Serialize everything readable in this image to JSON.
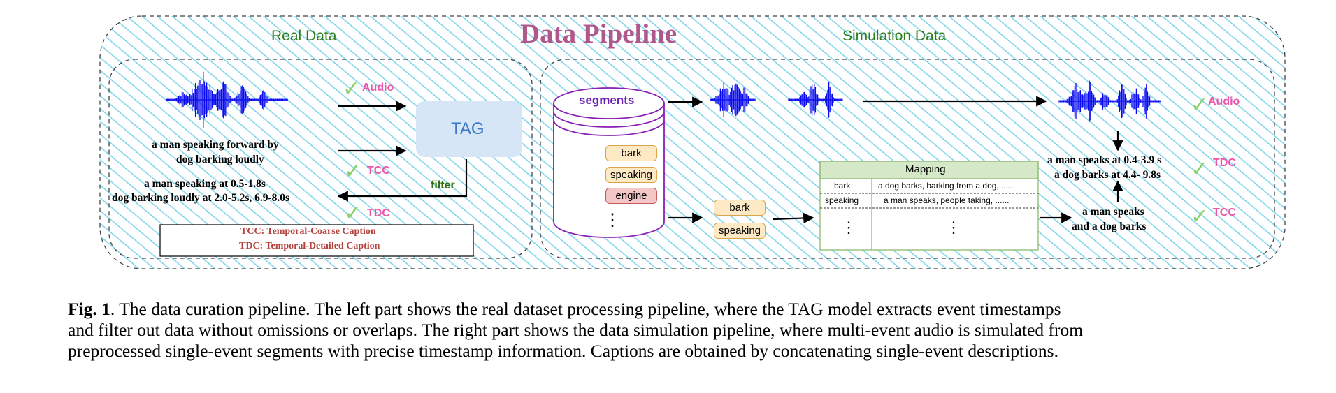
{
  "title": "Data Pipeline",
  "left": {
    "heading": "Real Data",
    "audio_label": "Audio",
    "tcc_label": "TCC",
    "tdc_label": "TDC",
    "model_label": "TAG",
    "filter_label": "filter",
    "coarse_caption": [
      "a man speaking forward by",
      "dog barking loudly"
    ],
    "detailed_caption": [
      "a man speaking at 0.5-1.8s",
      "dog barking loudly at 2.0-5.2s, 6.9-8.0s"
    ],
    "legend": [
      "TCC: Temporal-Coarse Caption",
      "TDC: Temporal-Detailed Caption"
    ]
  },
  "right": {
    "heading": "Simulation Data",
    "db_label": "segments",
    "db_items": [
      "bark",
      "speaking",
      "engine"
    ],
    "db_more": "⋮",
    "selected": [
      "bark",
      "speaking"
    ],
    "mapping": {
      "title": "Mapping",
      "rows": [
        {
          "key": "bark",
          "value": "a dog barks, barking from a dog, ......"
        },
        {
          "key": "speaking",
          "value": "a man speaks, people taking, ......"
        }
      ],
      "more": "⋮"
    },
    "audio_label": "Audio",
    "tdc_label": "TDC",
    "tcc_label": "TCC",
    "tdc_caption": [
      "a man speaks at 0.4-3.9 s",
      "a dog barks at 4.4- 9.8s"
    ],
    "tcc_caption": [
      "a man speaks",
      "and a dog barks"
    ]
  },
  "check_mark": "✓",
  "figure_caption": {
    "fig_label": "Fig. 1",
    "lines": [
      ". The data curation pipeline. The left part shows the real dataset processing pipeline, where the TAG model extracts event timestamps",
      "and filter out data without omissions or overlaps. The right part shows the data simulation pipeline, where multi-event audio is simulated from",
      "preprocessed single-event segments with precise timestamp information. Captions are obtained by concatenating single-event descriptions."
    ]
  },
  "colors": {
    "title": "#b0578c",
    "heading": "#2e7d1f",
    "label_pink": "#ee55aa",
    "waveform": "#0a0af0",
    "hatch": "#7fd6ea",
    "tag_box": "#d6e6f7",
    "tag_text": "#3a78c8",
    "legend_text": "#b5413a",
    "db_stroke": "#8a1fb5",
    "db_text": "#6a1fb5",
    "mapping_header": "#d5e8c8",
    "mapping_border": "#82b366",
    "check": "#8ad26b",
    "filter": "#2e6e12"
  }
}
